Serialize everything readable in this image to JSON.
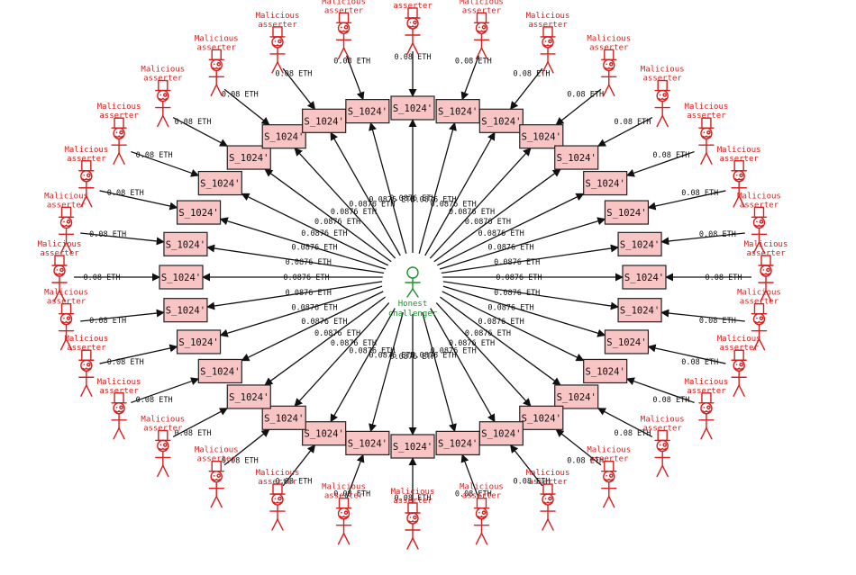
{
  "center": {
    "label_line1": "Honest",
    "label_line2": "challenger",
    "color": "#1a8f2e"
  },
  "asserter": {
    "label_line1": "Malicious",
    "label_line2": "asserter",
    "color": "#d81e1e"
  },
  "box": {
    "label": "S_1024'",
    "fill": "#f8c4c4",
    "stroke": "#222222"
  },
  "inner_edge_label": "0.0876 ETH",
  "outer_edge_label": "0.08 ETH",
  "count": 32
}
